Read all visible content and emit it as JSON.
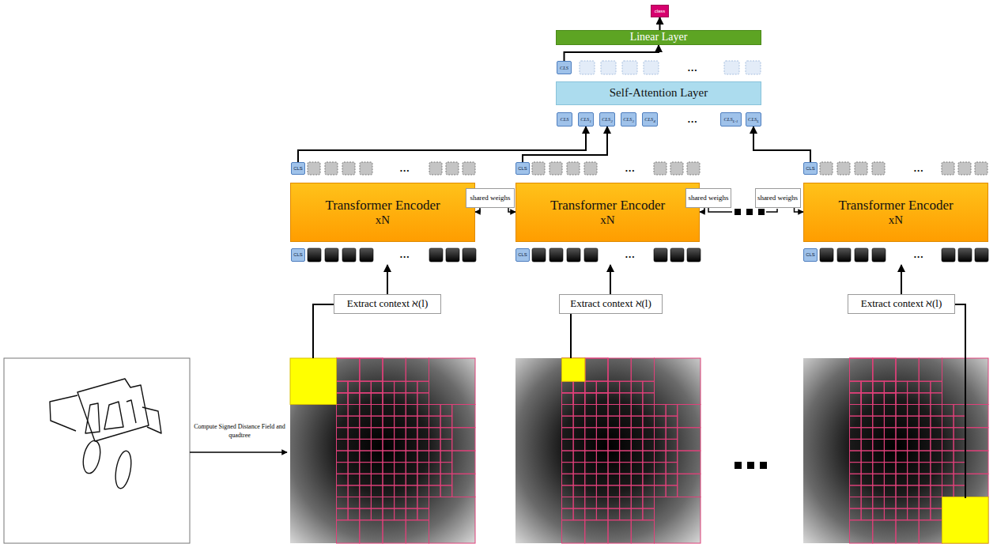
{
  "diagram": {
    "nodes": [
      {
        "text": [
          "class"
        ]
      },
      {
        "text": [
          "Linear Layer"
        ]
      },
      {
        "text": [
          "CLS"
        ]
      },
      {
        "text": [
          "Self-Attention Layer"
        ]
      },
      {
        "text": [
          "CLS"
        ]
      },
      {
        "text": [
          "CLS",
          "1"
        ]
      },
      {
        "text": [
          "CLS",
          "2"
        ]
      },
      {
        "text": [
          "CLS",
          "3"
        ]
      },
      {
        "text": [
          "CLS",
          "4"
        ]
      },
      {
        "text": [
          "CLS",
          "L-1"
        ]
      },
      {
        "text": [
          "CLS",
          "L"
        ]
      },
      {
        "text": [
          "CLS"
        ]
      },
      {
        "text": [
          "CLS"
        ]
      },
      {
        "text": [
          "CLS"
        ]
      },
      {
        "text": [
          "shared weighs"
        ]
      },
      {
        "text": [
          "shared weighs"
        ]
      },
      {
        "text": [
          "shared weighs"
        ]
      },
      {
        "text": [
          "Transformer Encoder",
          "xN"
        ]
      },
      {
        "text": [
          "Transformer Encoder",
          "xN"
        ]
      },
      {
        "text": [
          "Transformer Encoder",
          "xN"
        ]
      },
      {
        "text": [
          "CLS"
        ]
      },
      {
        "text": [
          "CLS"
        ]
      },
      {
        "text": [
          "CLS"
        ]
      },
      {
        "text": [
          "Extract context ℵ(l)"
        ]
      },
      {
        "text": [
          "Extract context ℵ(l)"
        ]
      },
      {
        "text": [
          "Extract context ℵ(l)"
        ]
      }
    ],
    "edges": [
      {
        "from": 1,
        "to": 0,
        "arrow": "to"
      },
      {
        "from": 2,
        "to": 1,
        "arrow": "to"
      },
      {
        "from": 11,
        "to": 5,
        "arrow": "to"
      },
      {
        "from": 12,
        "to": 6,
        "arrow": "to"
      },
      {
        "from": 13,
        "to": 10,
        "arrow": "to"
      },
      {
        "from": 14,
        "to": 17,
        "arrow": "to"
      },
      {
        "from": 14,
        "to": 18,
        "arrow": "to"
      },
      {
        "from": 15,
        "to": 18,
        "arrow": "to"
      },
      {
        "from": 16,
        "to": 19,
        "arrow": "to"
      }
    ],
    "labels": [
      "...",
      "...",
      "...",
      "...",
      "...",
      "...",
      "...",
      "...",
      "Compute Signed Distance Field and quadtree"
    ]
  }
}
